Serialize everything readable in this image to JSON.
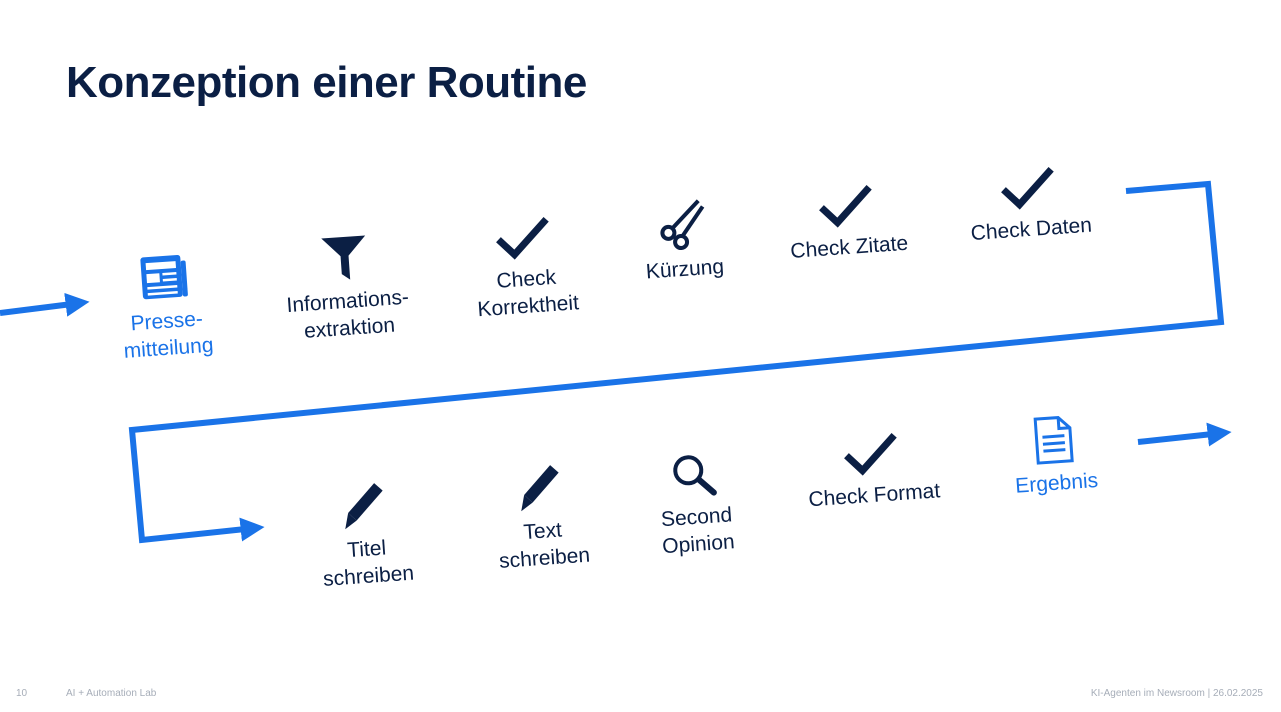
{
  "title": "Konzeption einer Routine",
  "colors": {
    "navy": "#0b1f44",
    "accent": "#1a73e8"
  },
  "steps_top": [
    {
      "label": "Presse-\nmitteilung",
      "icon": "newspaper-icon",
      "accent": true
    },
    {
      "label": "Informations-\nextraktion",
      "icon": "funnel-icon",
      "accent": false
    },
    {
      "label": "Check\nKorrektheit",
      "icon": "checkmark-icon",
      "accent": false
    },
    {
      "label": "Kürzung",
      "icon": "scissors-icon",
      "accent": false
    },
    {
      "label": "Check Zitate",
      "icon": "checkmark-icon",
      "accent": false
    },
    {
      "label": "Check Daten",
      "icon": "checkmark-icon",
      "accent": false
    }
  ],
  "steps_bottom": [
    {
      "label": "Titel\nschreiben",
      "icon": "pen-icon",
      "accent": false
    },
    {
      "label": "Text\nschreiben",
      "icon": "pen-icon",
      "accent": false
    },
    {
      "label": "Second\nOpinion",
      "icon": "magnifier-icon",
      "accent": false
    },
    {
      "label": "Check Format",
      "icon": "checkmark-icon",
      "accent": false
    },
    {
      "label": "Ergebnis",
      "icon": "document-icon",
      "accent": true
    }
  ],
  "footer": {
    "page_number": "10",
    "lab": "AI + Automation Lab",
    "event": "KI-Agenten im Newsroom | 26.02.2025"
  }
}
